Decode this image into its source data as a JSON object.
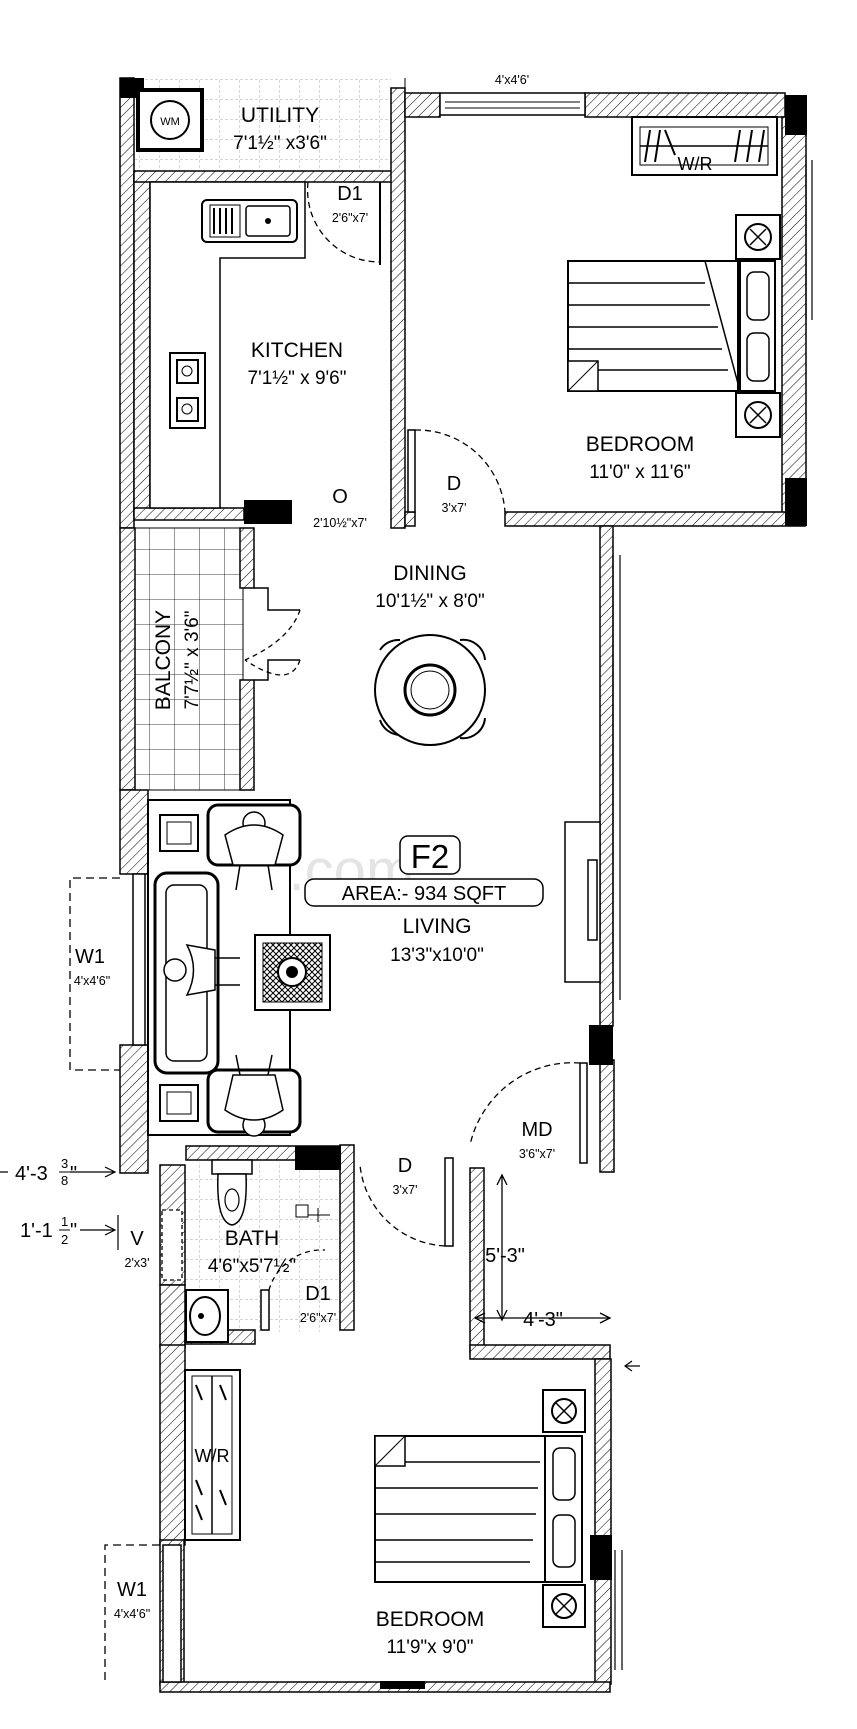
{
  "plan": {
    "watermark": "ocms.com",
    "unit": {
      "label": "F2",
      "area": "AREA:- 934 SQFT"
    },
    "rooms": {
      "utility": {
        "name": "UTILITY",
        "size": "7'1½\" x3'6\"",
        "appliance": "WM"
      },
      "kitchen": {
        "name": "KITCHEN",
        "size": "7'1½\" x 9'6\""
      },
      "bedroom1": {
        "name": "BEDROOM",
        "size": "11'0\" x 11'6\""
      },
      "dining": {
        "name": "DINING",
        "size": "10'1½\" x 8'0\""
      },
      "balcony": {
        "name": "BALCONY",
        "size": "7'7½\" x 3'6\""
      },
      "living": {
        "name": "LIVING",
        "size": "13'3\"x10'0\""
      },
      "bath": {
        "name": "BATH",
        "size": "4'6\"x5'7½\""
      },
      "bedroom2": {
        "name": "BEDROOM",
        "size": "11'9\"x 9'0\""
      }
    },
    "wardrobes": {
      "top": "W/R",
      "bottom": "W/R"
    },
    "openings": {
      "top_window": "4'x4'6'",
      "d1_kitchen": {
        "name": "D1",
        "size": "2'6\"x7'"
      },
      "opening_o": {
        "name": "O",
        "size": "2'10½\"x7'"
      },
      "d_bed1": {
        "name": "D",
        "size": "3'x7'"
      },
      "w1_living": {
        "name": "W1",
        "size": "4'x4'6\""
      },
      "md": {
        "name": "MD",
        "size": "3'6\"x7'"
      },
      "d_bed2": {
        "name": "D",
        "size": "3'x7'"
      },
      "v_bath": {
        "name": "V",
        "size": "2'x3'"
      },
      "d1_bath": {
        "name": "D1",
        "size": "2'6\"x7'"
      },
      "w1_bed2": {
        "name": "W1",
        "size": "4'x4'6\""
      }
    },
    "dimensions": {
      "left1": "4'-3",
      "left1_frac_num": "3",
      "left1_frac_den": "8",
      "left1_inch": "\"",
      "left2": "1'-1",
      "left2_frac_num": "1",
      "left2_frac_den": "2",
      "left2_inch": "\"",
      "lobby_vertical": "5'-3\"",
      "lobby_horizontal": "4'-3\""
    }
  }
}
